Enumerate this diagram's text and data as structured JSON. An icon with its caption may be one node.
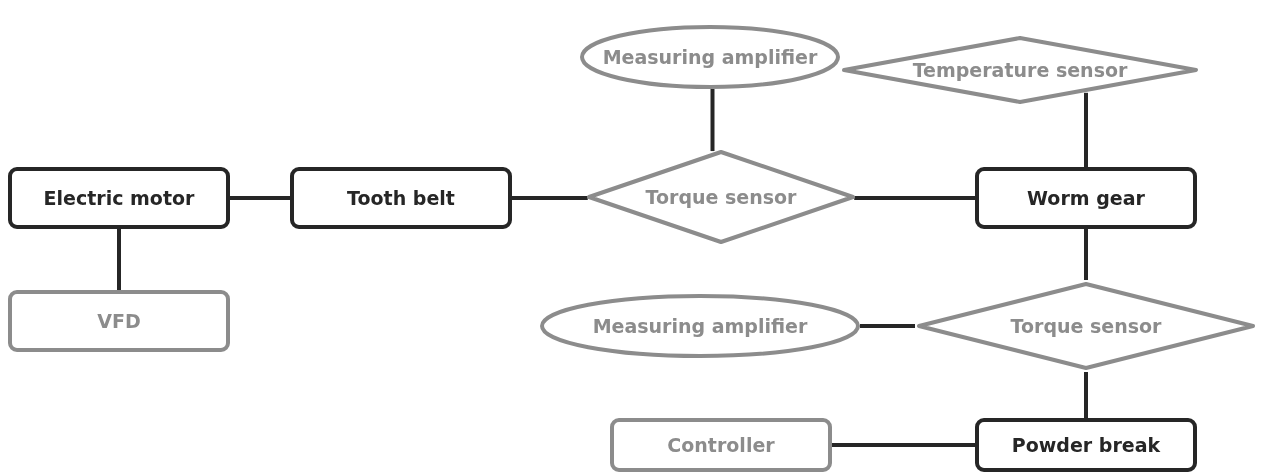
{
  "diagram": {
    "nodes": [
      {
        "text": [
          "Measuring amplifier"
        ]
      },
      {
        "text": [
          "Temperature sensor"
        ]
      },
      {
        "text": [
          "Electric motor"
        ]
      },
      {
        "text": [
          "Tooth belt"
        ]
      },
      {
        "text": [
          "Torque sensor"
        ]
      },
      {
        "text": [
          "Worm gear"
        ]
      },
      {
        "text": [
          "VFD"
        ]
      },
      {
        "text": [
          "Measuring amplifier"
        ]
      },
      {
        "text": [
          "Torque sensor"
        ]
      },
      {
        "text": [
          "Controller"
        ]
      },
      {
        "text": [
          "Powder break"
        ]
      }
    ],
    "edges": [
      {
        "from": 2,
        "to": 3,
        "arrow": "none"
      },
      {
        "from": 3,
        "to": 4,
        "arrow": "none"
      },
      {
        "from": 0,
        "to": 4,
        "arrow": "none"
      },
      {
        "from": 4,
        "to": 5,
        "arrow": "none"
      },
      {
        "from": 1,
        "to": 5,
        "arrow": "none"
      },
      {
        "from": 2,
        "to": 6,
        "arrow": "none"
      },
      {
        "from": 5,
        "to": 8,
        "arrow": "none"
      },
      {
        "from": 7,
        "to": 8,
        "arrow": "none"
      },
      {
        "from": 8,
        "to": 10,
        "arrow": "none"
      },
      {
        "from": 9,
        "to": 10,
        "arrow": "none"
      }
    ]
  }
}
